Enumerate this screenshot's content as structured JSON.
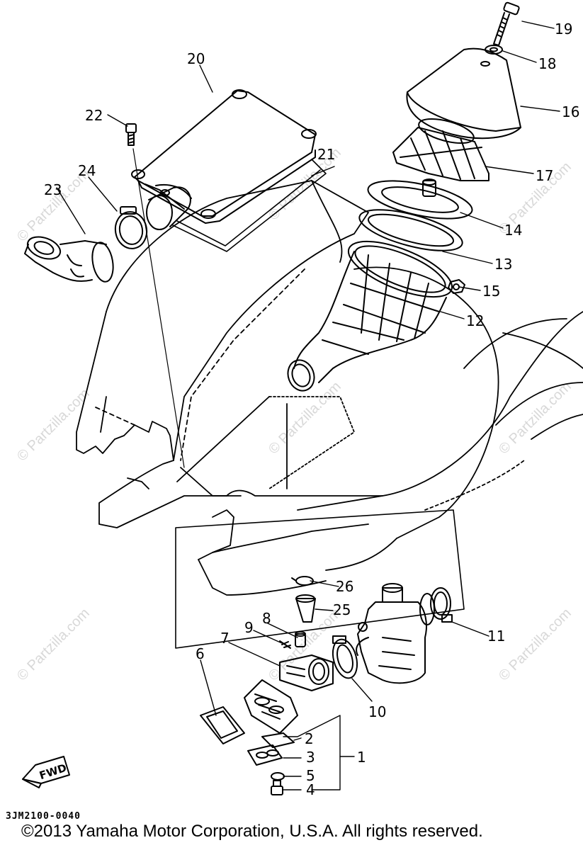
{
  "watermark": "© Partzilla.com",
  "diagram_code": "3JM2100-0040",
  "copyright": "©2013 Yamaha Motor Corporation, U.S.A. All rights reserved.",
  "fwd_label": "FWD",
  "callouts": {
    "c1": "1",
    "c2": "2",
    "c3": "3",
    "c4": "4",
    "c5": "5",
    "c6": "6",
    "c7": "7",
    "c8": "8",
    "c9": "9",
    "c10": "10",
    "c11": "11",
    "c12": "12",
    "c13": "13",
    "c14": "14",
    "c15": "15",
    "c16": "16",
    "c17": "17",
    "c18": "18",
    "c19": "19",
    "c20": "20",
    "c21": "21",
    "c22": "22",
    "c23": "23",
    "c24": "24",
    "c25": "25",
    "c26": "26"
  }
}
